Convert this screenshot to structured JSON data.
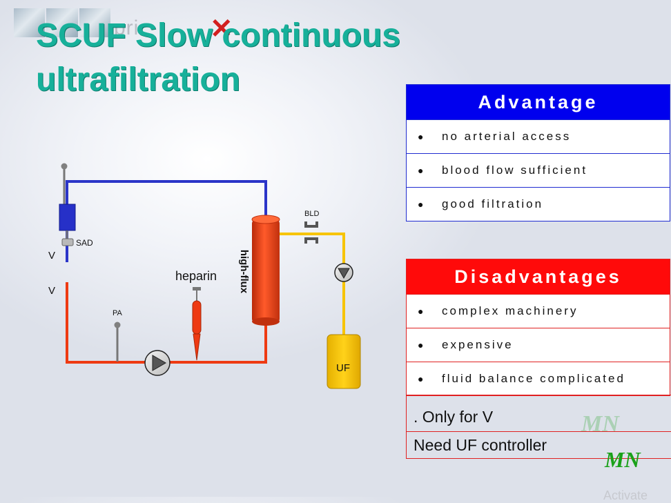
{
  "title": {
    "line1": "SCUF Slow continuous",
    "line2": "ultrafiltration"
  },
  "watermark": {
    "logo_text": "pri",
    "activate_text": "Activate"
  },
  "diagram": {
    "labels": {
      "sad": "SAD",
      "v_top": "V",
      "v_bottom": "V",
      "heparin": "heparin",
      "pa": "PA",
      "high_flux": "high-flux",
      "bld": "BLD",
      "uf": "UF"
    },
    "colors": {
      "venous": "#2b35c8",
      "arterial": "#ee3a12",
      "filtrate": "#f7c400",
      "filter": "#ee3a12"
    }
  },
  "advantage": {
    "title": "Advantage",
    "items": [
      "no arterial access",
      "blood flow sufficient",
      "good filtration"
    ]
  },
  "disadvantages": {
    "title": "Disadvantages",
    "items": [
      "complex machinery",
      "expensive",
      "fluid balance complicated"
    ]
  },
  "notes": {
    "line1": ". Only for V",
    "line2": "Need UF controller"
  },
  "signature": {
    "text1": "MN",
    "text2": "MN"
  }
}
